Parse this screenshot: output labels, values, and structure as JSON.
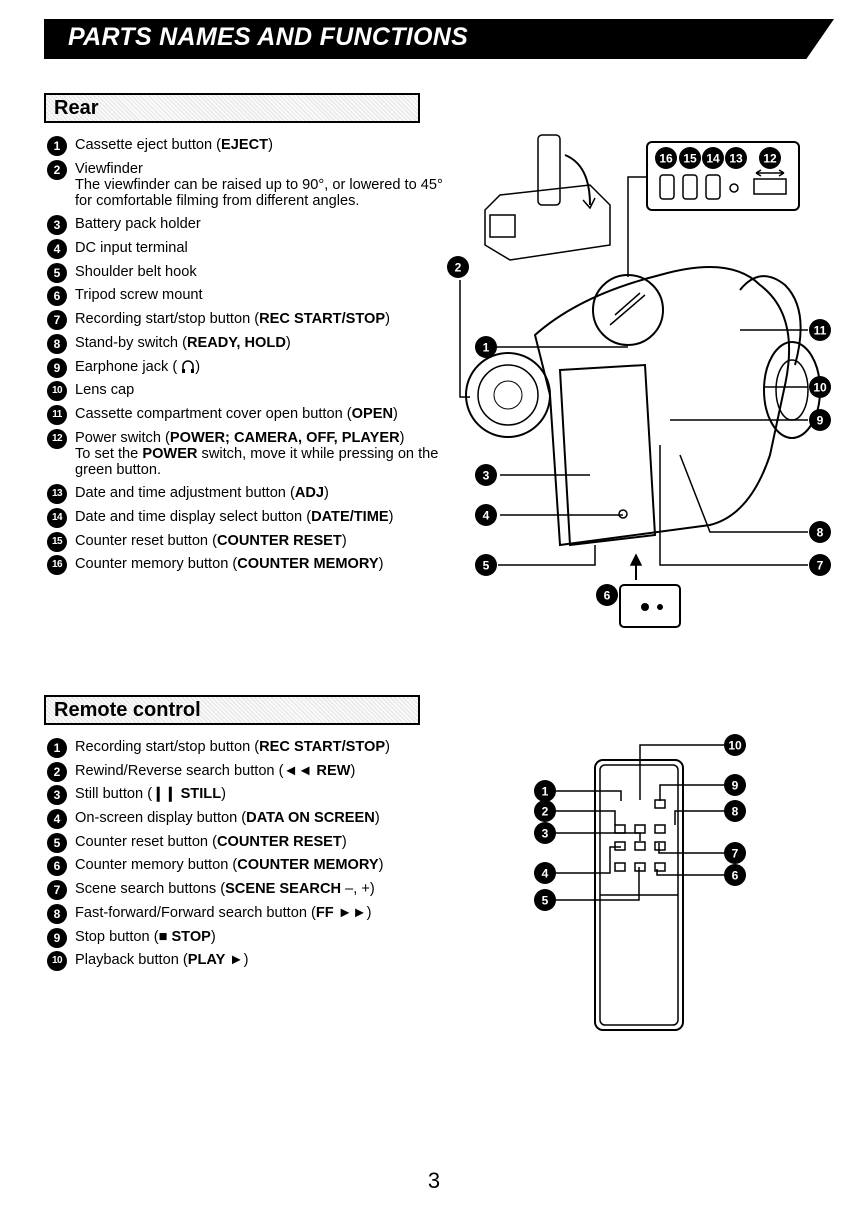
{
  "header": {
    "title": "PARTS NAMES AND FUNCTIONS"
  },
  "rear": {
    "title": "Rear",
    "items": [
      {
        "num": "1",
        "text": "Cassette eject button (",
        "bold": "EJECT",
        "tail": ")"
      },
      {
        "num": "2",
        "text": "Viewfinder",
        "bold": "",
        "tail": "",
        "desc": "The viewfinder can be raised up to 90°, or lowered to 45° for comfortable filming from different angles."
      },
      {
        "num": "3",
        "text": "Battery pack holder",
        "bold": "",
        "tail": ""
      },
      {
        "num": "4",
        "text": "DC input terminal",
        "bold": "",
        "tail": ""
      },
      {
        "num": "5",
        "text": "Shoulder belt hook",
        "bold": "",
        "tail": ""
      },
      {
        "num": "6",
        "text": "Tripod screw mount",
        "bold": "",
        "tail": ""
      },
      {
        "num": "7",
        "text": "Recording start/stop button (",
        "bold": "REC START/STOP",
        "tail": ")"
      },
      {
        "num": "8",
        "text": "Stand-by switch (",
        "bold": "READY, HOLD",
        "tail": ")"
      },
      {
        "num": "9",
        "text": "Earphone jack ( ",
        "bold": "",
        "tail": ")",
        "icon": "headphones-icon"
      },
      {
        "num": "10",
        "text": "Lens cap",
        "bold": "",
        "tail": ""
      },
      {
        "num": "11",
        "text": "Cassette compartment cover open button (",
        "bold": "OPEN",
        "tail": ")"
      },
      {
        "num": "12",
        "text": "Power switch (",
        "bold": "POWER; CAMERA, OFF, PLAYER",
        "tail": ")",
        "desc_pre": "To set the ",
        "desc_bold": "POWER",
        "desc_post": " switch, move it while pressing on the green button."
      },
      {
        "num": "13",
        "text": "Date and time adjustment button (",
        "bold": "ADJ",
        "tail": ")"
      },
      {
        "num": "14",
        "text": "Date and time display select button (",
        "bold": "DATE/TIME",
        "tail": ")"
      },
      {
        "num": "15",
        "text": "Counter reset button (",
        "bold": "COUNTER RESET",
        "tail": ")"
      },
      {
        "num": "16",
        "text": "Counter memory button (",
        "bold": "COUNTER MEMORY",
        "tail": ")"
      }
    ]
  },
  "remote": {
    "title": "Remote control",
    "items": [
      {
        "num": "1",
        "text": "Recording start/stop button (",
        "bold": "REC START/STOP",
        "tail": ")"
      },
      {
        "num": "2",
        "text": "Rewind/Reverse search button (",
        "bold": "◄◄ REW",
        "tail": ")"
      },
      {
        "num": "3",
        "text": "Still button (",
        "bold": "❙❙ STILL",
        "tail": ")"
      },
      {
        "num": "4",
        "text": "On-screen display button (",
        "bold": "DATA ON SCREEN",
        "tail": ")"
      },
      {
        "num": "5",
        "text": "Counter reset button (",
        "bold": "COUNTER RESET",
        "tail": ")"
      },
      {
        "num": "6",
        "text": "Counter memory button (",
        "bold": "COUNTER MEMORY",
        "tail": ")"
      },
      {
        "num": "7",
        "text": "Scene search buttons (",
        "bold": "SCENE SEARCH",
        "tail": " –, +)"
      },
      {
        "num": "8",
        "text": "Fast-forward/Forward search button (",
        "bold": "FF ►►",
        "tail": ")"
      },
      {
        "num": "9",
        "text": "Stop button (",
        "bold": "■ STOP",
        "tail": ")"
      },
      {
        "num": "10",
        "text": "Playback button (",
        "bold": "PLAY ►",
        "tail": ")"
      }
    ]
  },
  "diagram_rear": {
    "top_panel_labels": [
      "16",
      "15",
      "14",
      "13",
      "12"
    ],
    "callouts": [
      "1",
      "2",
      "3",
      "4",
      "5",
      "6",
      "7",
      "8",
      "9",
      "10",
      "11"
    ]
  },
  "diagram_remote": {
    "callouts": [
      "1",
      "2",
      "3",
      "4",
      "5",
      "6",
      "7",
      "8",
      "9",
      "10"
    ]
  },
  "footer": {
    "page_number": "3"
  }
}
